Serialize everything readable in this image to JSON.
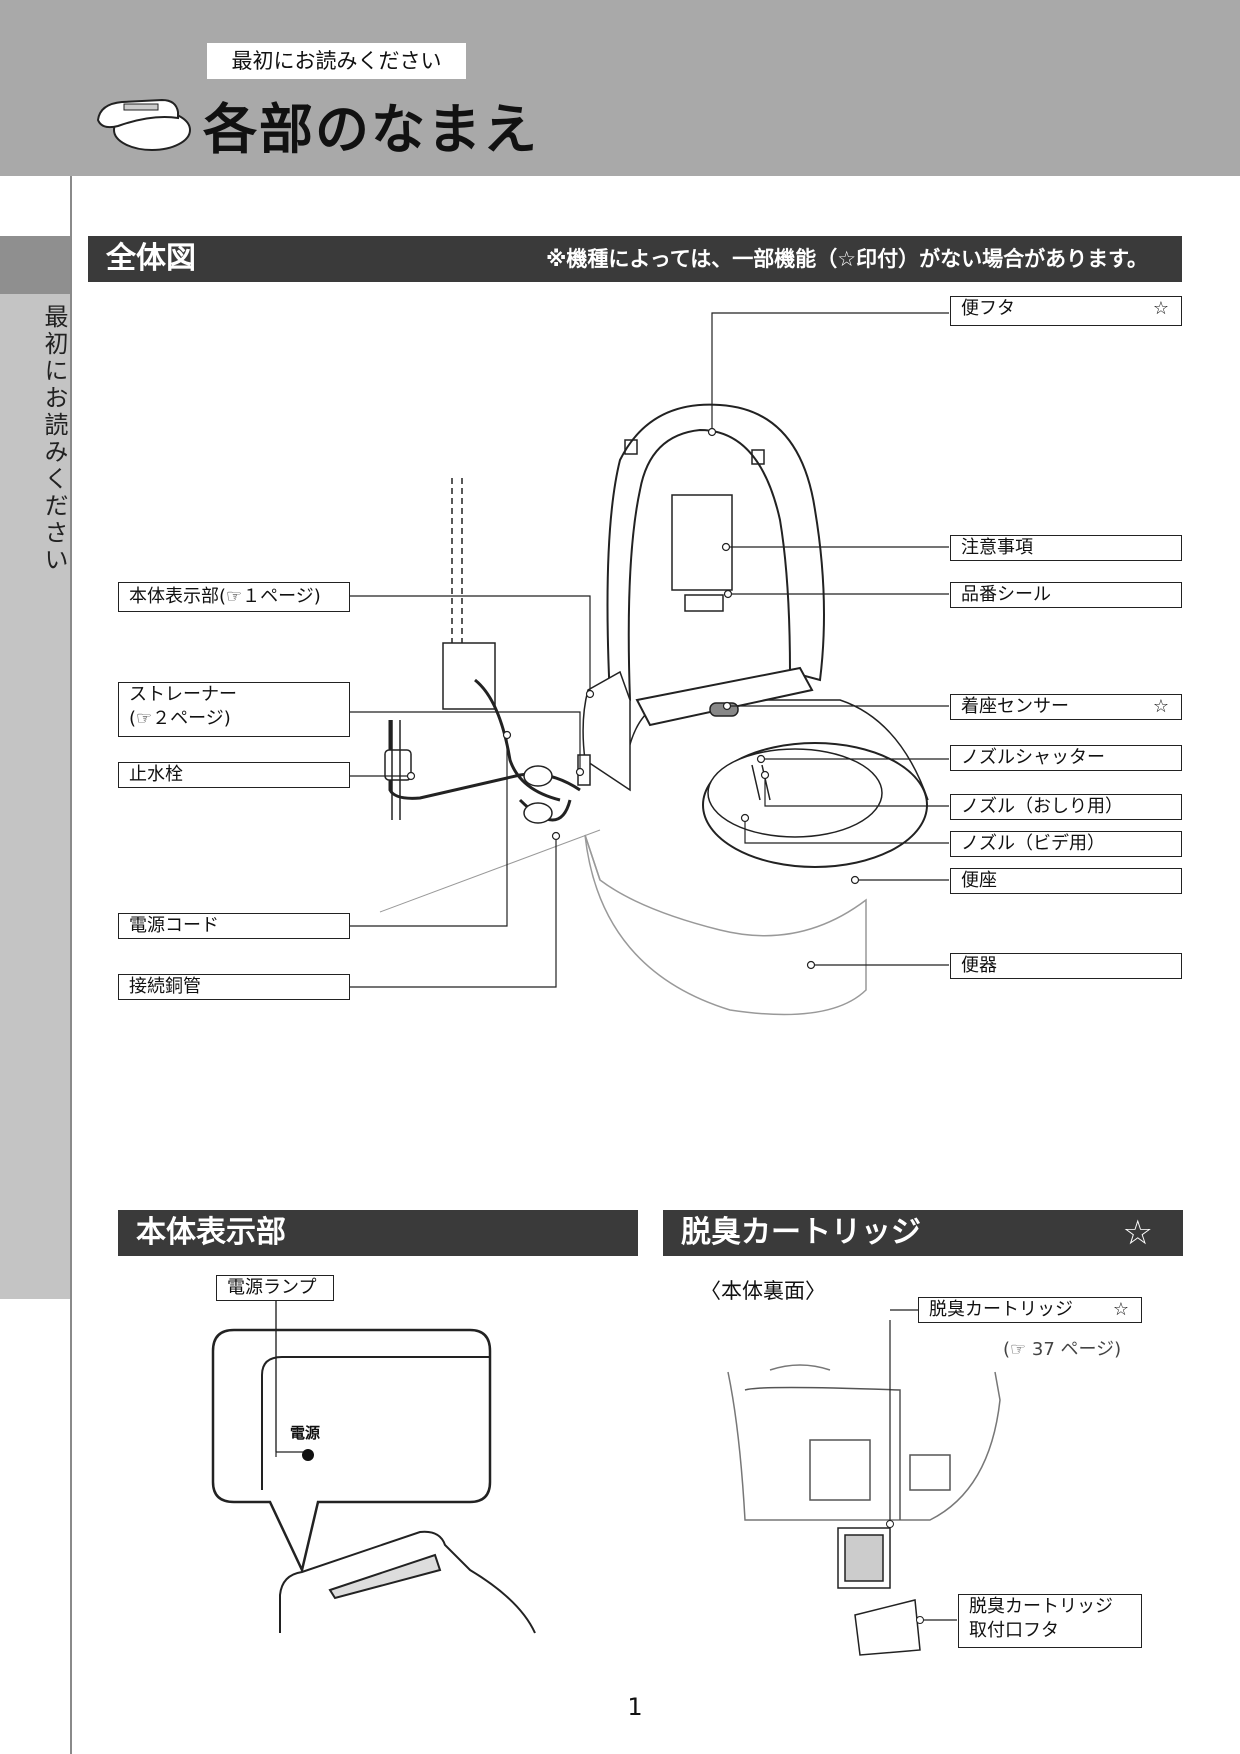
{
  "header": {
    "tag": "最初にお読みください",
    "title": "各部のなまえ"
  },
  "side_tab": "最初にお読みください",
  "overview": {
    "title": "全体図",
    "note": "※機種によっては、一部機能（☆印付）がない場合があります。",
    "labels": {
      "lid": "便フタ",
      "cautions": "注意事項",
      "model_seal": "品番シール",
      "seat_sensor": "着座センサー",
      "nozzle_shutter": "ノズルシャッター",
      "nozzle_rear": "ノズル（おしり用）",
      "nozzle_bidet": "ノズル（ビデ用）",
      "seat": "便座",
      "bowl": "便器",
      "display_panel": "本体表示部(☞１ページ)",
      "strainer_line1": "ストレーナー",
      "strainer_line2": "(☞２ページ)",
      "stop_valve": "止水栓",
      "power_cord": "電源コード",
      "copper_pipe": "接続銅管"
    },
    "star": "☆"
  },
  "display": {
    "title": "本体表示部",
    "power_lamp_label": "電源ランプ",
    "power_text": "電源"
  },
  "cartridge": {
    "title": "脱臭カートリッジ",
    "star": "☆",
    "subtitle": "〈本体裏面〉",
    "cartridge_label": "脱臭カートリッジ",
    "cartridge_ref": "(☞ 37 ページ)",
    "cover_label_line1": "脱臭カートリッジ",
    "cover_label_line2": "取付口フタ"
  },
  "page_number": "1"
}
